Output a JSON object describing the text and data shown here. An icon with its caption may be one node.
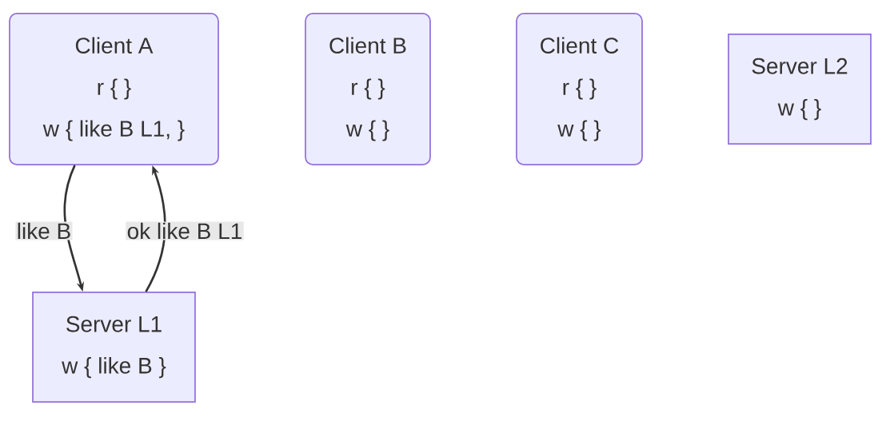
{
  "diagram": {
    "nodes": [
      {
        "text": [
          "Client A",
          "r { }",
          "w { like B L1, }"
        ]
      },
      {
        "text": [
          "Client B",
          "r { }",
          "w { }"
        ]
      },
      {
        "text": [
          "Client C",
          "r { }",
          "w { }"
        ]
      },
      {
        "text": [
          "Server L2",
          "w { }"
        ]
      },
      {
        "text": [
          "Server L1",
          "w { like B }"
        ]
      }
    ],
    "edges": [
      {
        "from": 0,
        "to": 4,
        "arrow": "to",
        "label": "like B"
      },
      {
        "from": 4,
        "to": 0,
        "arrow": "to",
        "label": "ok like B L1"
      }
    ]
  }
}
